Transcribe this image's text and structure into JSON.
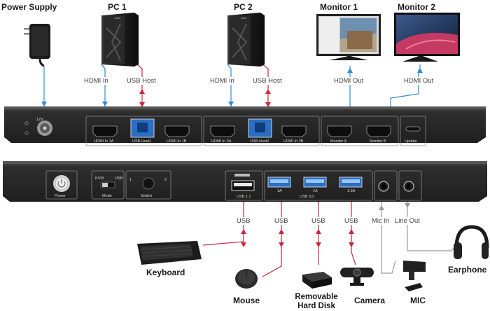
{
  "devices": {
    "power_supply": "Power Supply",
    "pc1": "PC 1",
    "pc2": "PC 2",
    "monitor1": "Monitor 1",
    "monitor2": "Monitor 2",
    "keyboard": "Keyboard",
    "mouse": "Mouse",
    "hard_disk": "Removable\nHard Disk",
    "camera": "Camera",
    "mic": "MIC",
    "earphone": "Earphone"
  },
  "connections": {
    "hdmi_in_1": "HDMI In",
    "usb_host_1": "USB Host",
    "hdmi_in_2": "HDMI In",
    "usb_host_2": "USB Host",
    "hdmi_out_1": "HDMI Out",
    "hdmi_out_2": "HDMI Out",
    "usb_keyboard": "USB",
    "usb_mouse": "USB",
    "usb_disk": "USB",
    "usb_camera": "USB",
    "mic_in": "Mic In",
    "line_out": "Line Out"
  },
  "back_panel": {
    "dc": "12V",
    "hdmi_in_1a": "HDMI In 1A",
    "usb_host1": "USB Host1",
    "hdmi_in_1b": "HDMI In 1B",
    "hdmi_in_2a": "HDMI In 2A",
    "usb_host2": "USB Host2",
    "hdmi_in_2b": "HDMI In 2B",
    "monitor_a": "Monitor A",
    "monitor_b": "Monitor B",
    "update": "Update"
  },
  "front_panel": {
    "power": "Power",
    "kvm": "KVM",
    "usb": "USB",
    "mode": "Mode",
    "sw1": "1",
    "sw2": "2",
    "switch": "Switch",
    "usb11": "USB 1.1",
    "usb30": "USB 3.0",
    "p1a": "1A",
    "p1a_2": "1A",
    "p15a": "1.5A"
  },
  "colors": {
    "blue_line": "#2e8bd6",
    "red_line": "#c8283a",
    "gray_line": "#9a9a9a",
    "panel": "#2b2b2b"
  }
}
